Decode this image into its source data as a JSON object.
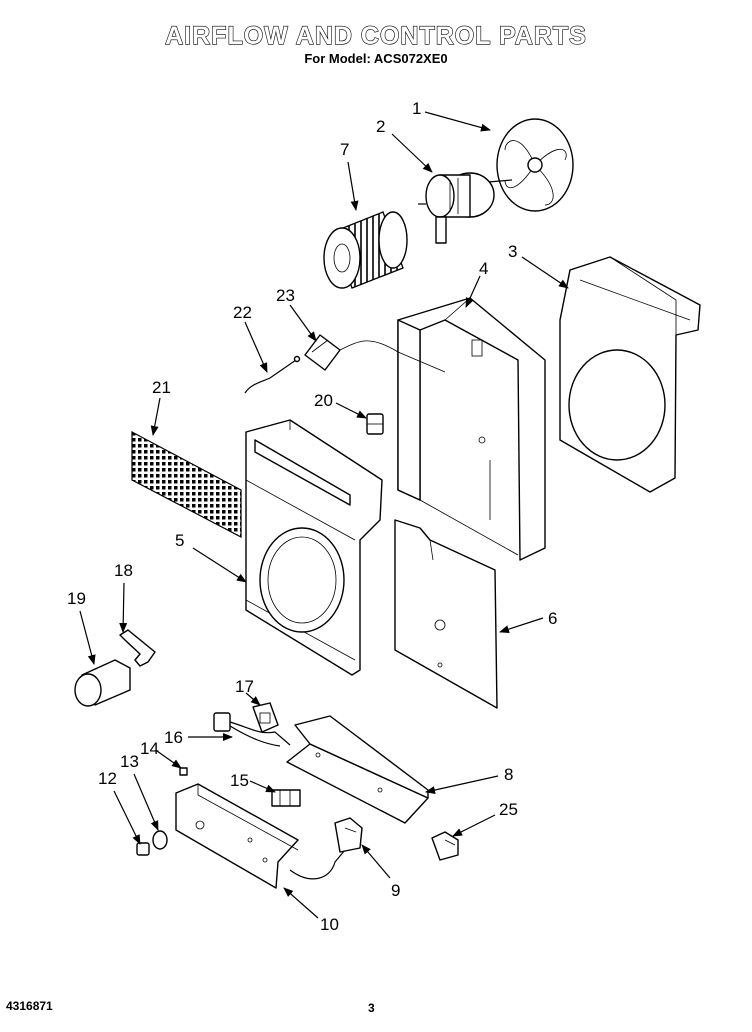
{
  "header": {
    "title": "AIRFLOW AND CONTROL PARTS",
    "subtitle": "For Model: ACS072XE0"
  },
  "footer": {
    "doc_number": "4316871",
    "page_number": "3"
  },
  "callouts": [
    "1",
    "2",
    "3",
    "4",
    "5",
    "6",
    "7",
    "8",
    "9",
    "10",
    "12",
    "13",
    "14",
    "15",
    "16",
    "17",
    "18",
    "19",
    "20",
    "21",
    "22",
    "23",
    "25"
  ]
}
